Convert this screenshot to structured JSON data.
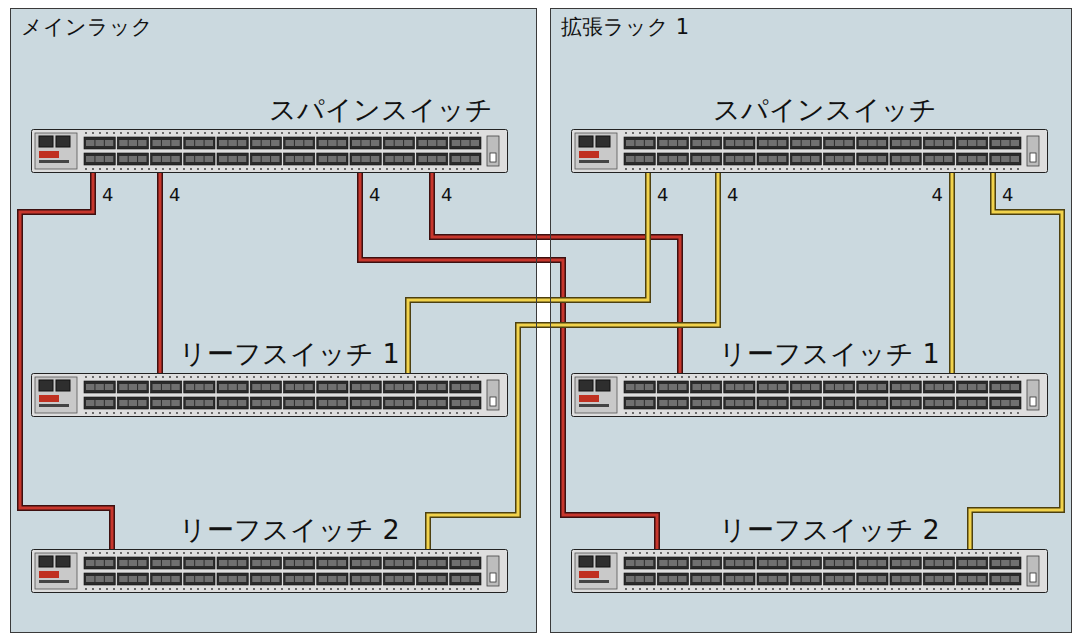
{
  "diagram": {
    "nodes": [
      {
        "text": [
          "メインラック"
        ]
      },
      {
        "text": [
          "スパインスイッチ"
        ],
        "in": 0
      },
      {
        "text": [
          "リーフスイッチ 1"
        ],
        "in": 0
      },
      {
        "text": [
          "リーフスイッチ 2"
        ],
        "in": 0
      },
      {
        "text": [
          "拡張ラック 1"
        ]
      },
      {
        "text": [
          "スパインスイッチ"
        ],
        "in": 4
      },
      {
        "text": [
          "リーフスイッチ 1"
        ],
        "in": 4
      },
      {
        "text": [
          "リーフスイッチ 2"
        ],
        "in": 4
      }
    ],
    "edges": [
      {
        "from": 1,
        "to": 3,
        "arrow": "none",
        "label": "4"
      },
      {
        "from": 1,
        "to": 2,
        "arrow": "none",
        "label": "4"
      },
      {
        "from": 1,
        "to": 7,
        "arrow": "none",
        "label": "4"
      },
      {
        "from": 1,
        "to": 6,
        "arrow": "none",
        "label": "4"
      },
      {
        "from": 5,
        "to": 2,
        "arrow": "none",
        "label": "4"
      },
      {
        "from": 5,
        "to": 3,
        "arrow": "none",
        "label": "4"
      },
      {
        "from": 5,
        "to": 6,
        "arrow": "none",
        "label": "4"
      },
      {
        "from": 5,
        "to": 7,
        "arrow": "none",
        "label": "4"
      }
    ]
  }
}
